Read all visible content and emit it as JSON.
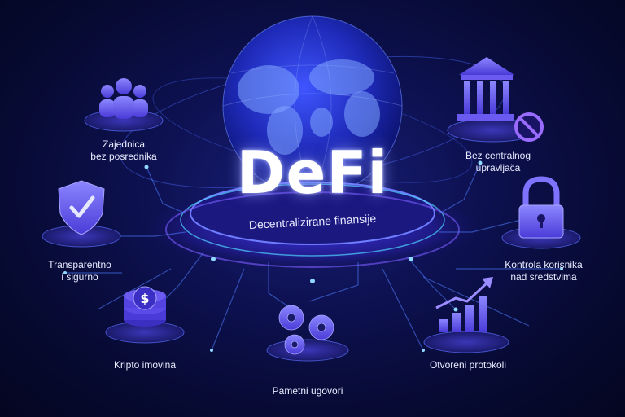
{
  "title": "DeFi",
  "subtitle": "Decentralizirane finansije",
  "features": {
    "community": {
      "line1": "Zajednica",
      "line2": "bez posrednika",
      "icon": "people-icon"
    },
    "transparent": {
      "line1": "Transparentno",
      "line2": "i sigurno",
      "icon": "shield-check-icon"
    },
    "crypto": {
      "line1": "Kripto imovina",
      "icon": "coin-stack-icon"
    },
    "contracts": {
      "line1": "Pametni ugovori",
      "icon": "gears-icon"
    },
    "protocols": {
      "line1": "Otvoreni protokoli",
      "icon": "growth-chart-icon"
    },
    "control": {
      "line1": "Kontrola korisnika",
      "line2": "nad sredstvima",
      "icon": "padlock-icon"
    },
    "nocentral": {
      "line1": "Bez centralnog",
      "line2": "upravljača",
      "icon": "bank-no-icon"
    }
  },
  "colors": {
    "accent": "#6b5cff",
    "glow": "#38c8ff",
    "background": "#070a33"
  }
}
